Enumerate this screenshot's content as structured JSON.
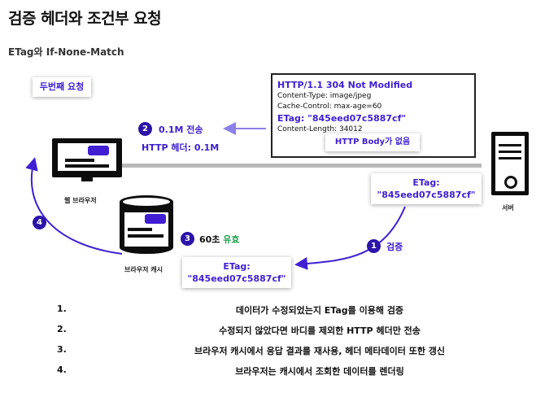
{
  "title": "검증 헤더와 조건부 요청",
  "subtitle": "ETag와 If-None-Match",
  "second_request": "두번째 요청",
  "response": {
    "status_line": "HTTP/1.1 304 Not Modified",
    "content_type": "Content-Type: image/jpeg",
    "cache_control": "Cache-Control: max-age=60",
    "etag": "ETag: \"845eed07c5887cf\"",
    "content_length": "Content-Length: 34012",
    "body_note": "HTTP Body가 없음"
  },
  "step2": {
    "number": "2",
    "size": "0.1M 전송",
    "header": "HTTP 헤더: 0.1M"
  },
  "server_etag": {
    "label": "ETag:",
    "value": "\"845eed07c5887cf\""
  },
  "server_label": "서버",
  "browser_label": "웹 브라우저",
  "cache_label": "브라우저 캐시",
  "step3": {
    "number": "3",
    "text_prefix": "60초 ",
    "text_valid": "유효"
  },
  "cache_etag": {
    "label": "ETag:",
    "value": "\"845eed07c5887cf\""
  },
  "step1": {
    "number": "1",
    "text": "검증"
  },
  "step4": {
    "number": "4"
  },
  "colors": {
    "accent": "#3f1fd1",
    "valid": "#1f9e4a",
    "circle": "#2d14a8"
  },
  "list": [
    {
      "num": "1.",
      "text": "데이터가 수정되었는지 ETag를 이용해 검증"
    },
    {
      "num": "2.",
      "text": "수정되지 않았다면 바디를 제외한 HTTP 헤더만 전송"
    },
    {
      "num": "3.",
      "text": "브라우저 캐시에서 응답 결과를 재사용, 헤더 메타데이터 또한 갱신"
    },
    {
      "num": "4.",
      "text": "브라우저는 캐시에서 조회한 데이터를 렌더링"
    }
  ]
}
